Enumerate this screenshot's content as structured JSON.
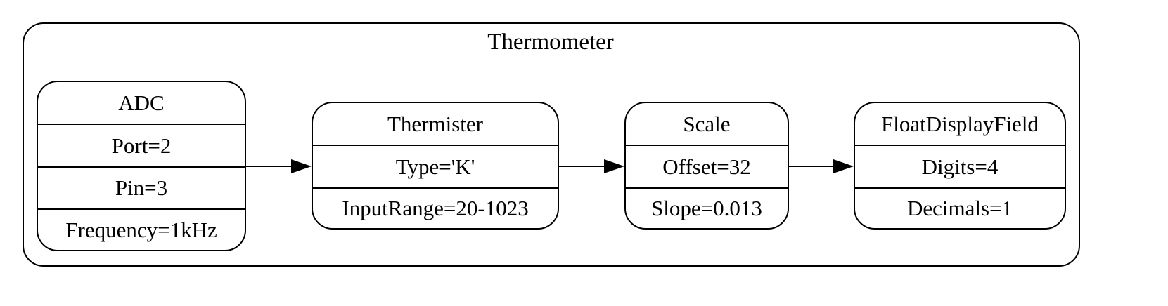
{
  "cluster": {
    "title": "Thermometer"
  },
  "nodes": {
    "adc": {
      "title": "ADC",
      "fields": [
        "Port=2",
        "Pin=3",
        "Frequency=1kHz"
      ]
    },
    "thermister": {
      "title": "Thermister",
      "fields": [
        "Type='K'",
        "InputRange=20-1023"
      ]
    },
    "scale": {
      "title": "Scale",
      "fields": [
        "Offset=32",
        "Slope=0.013"
      ]
    },
    "float_display_field": {
      "title": "FloatDisplayField",
      "fields": [
        "Digits=4",
        "Decimals=1"
      ]
    }
  },
  "edges": [
    {
      "from": "ADC",
      "to": "Thermister"
    },
    {
      "from": "Thermister",
      "to": "Scale"
    },
    {
      "from": "Scale",
      "to": "FloatDisplayField"
    }
  ]
}
